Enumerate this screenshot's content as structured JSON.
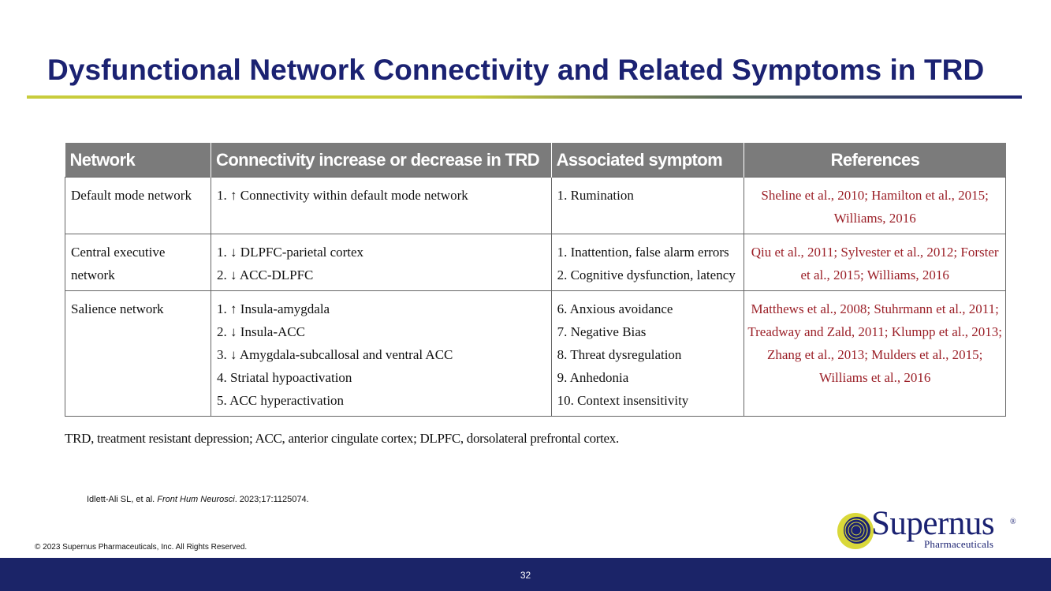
{
  "slide": {
    "title": "Dysfunctional Network Connectivity and Related Symptoms in TRD",
    "page_number": "32"
  },
  "table": {
    "headers": [
      "Network",
      "Connectivity increase or decrease in TRD",
      "Associated symptom",
      "References"
    ],
    "rows": [
      {
        "network": [
          "Default mode network"
        ],
        "connectivity": [
          "1. ↑ Connectivity within default mode network"
        ],
        "symptom": [
          "1. Rumination"
        ],
        "references": [
          "Sheline et al., 2010; Hamilton et al., 2015;",
          "Williams, 2016"
        ]
      },
      {
        "network": [
          "Central executive",
          "network"
        ],
        "connectivity": [
          "1. ↓ DLPFC-parietal cortex",
          "2. ↓ ACC-DLPFC"
        ],
        "symptom": [
          "1. Inattention, false alarm errors",
          "2. Cognitive dysfunction, latency"
        ],
        "references": [
          "Qiu et al., 2011; Sylvester et al., 2012; Forster",
          "et al., 2015; Williams, 2016"
        ]
      },
      {
        "network": [
          "Salience network"
        ],
        "connectivity": [
          "1. ↑ Insula-amygdala",
          "2. ↓ Insula-ACC",
          "3. ↓ Amygdala-subcallosal and ventral ACC",
          "4. Striatal hypoactivation",
          "5. ACC hyperactivation"
        ],
        "symptom": [
          "6. Anxious avoidance",
          "7. Negative Bias",
          "8. Threat dysregulation",
          "9. Anhedonia",
          "10. Context insensitivity"
        ],
        "references": [
          "Matthews et al., 2008; Stuhrmann et al., 2011;",
          "Treadway and Zald, 2011; Klumpp et al., 2013;",
          "Zhang et al., 2013; Mulders et al., 2015;",
          "Williams et al., 2016"
        ]
      }
    ],
    "footnote": "TRD, treatment resistant depression; ACC, anterior cingulate cortex; DLPFC, dorsolateral prefrontal cortex."
  },
  "citation": {
    "authors": "Idlett-Ali SL, et al. ",
    "journal": "Front Hum Neurosci",
    "details": ". 2023;17:1125074."
  },
  "copyright": "© 2023 Supernus Pharmaceuticals, Inc. All Rights Reserved.",
  "logo": {
    "name": "Supernus",
    "registered": "®",
    "subtitle": "Pharmaceuticals"
  },
  "colors": {
    "title_navy": "#1b2272",
    "rule_yellow": "#c8cc3c",
    "header_gray": "#7b7b7b",
    "reference_red": "#9b1f27",
    "footer_navy": "#1b2468"
  }
}
